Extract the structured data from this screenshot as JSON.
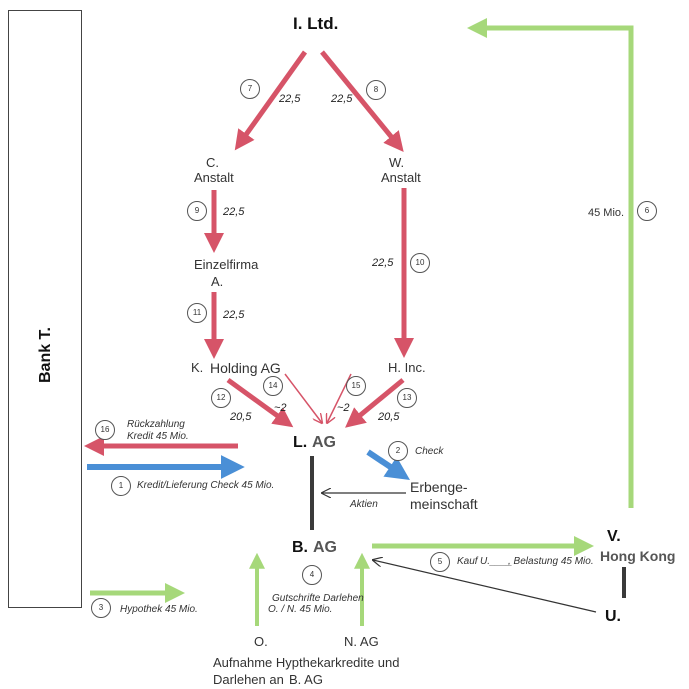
{
  "nodes": {
    "ltd": "I. Ltd.",
    "c_anstalt_1": "C.",
    "c_anstalt_2": "Anstalt",
    "w_anstalt_1": "W.",
    "w_anstalt_2": "Anstalt",
    "einzelfirma_1": "Einzelfirma",
    "einzelfirma_2": "A.",
    "k": "K.",
    "holding": "Holding AG",
    "h_inc": "H. Inc.",
    "l_prefix": "L.",
    "l_ag": "AG",
    "erben_1": "Erbenge-",
    "erben_2": "meinschaft",
    "b_prefix": "B.",
    "b_ag": "AG",
    "v": "V.",
    "hongkong": "Hong Kong",
    "u": "U.",
    "o": "O.",
    "n_ag": "N.  AG",
    "bank": "Bank T.",
    "bottom_1": "Aufnahme Hypthekarkredite und",
    "bottom_2a": "Darlehen an",
    "bottom_2b": "B.  AG"
  },
  "amounts": {
    "a7": "22,5",
    "a8": "22,5",
    "a9": "22,5",
    "a10": "22,5",
    "a11": "22,5",
    "a12": "20,5",
    "a13": "20,5",
    "a14": "~2",
    "a15": "~2",
    "a6": "45 Mio."
  },
  "notes": {
    "n16_1": "Rückzahlung",
    "n16_2": "Kredit 45 Mio.",
    "n1": "Kredit/Lieferung Check 45 Mio.",
    "n2": "Check",
    "aktien": "Aktien",
    "n3": "Hypothek 45 Mio.",
    "n4_1": "Gutschrifte Darlehen",
    "n4_2": "O. / N.  45 Mio.",
    "n5a": "Kauf",
    "n5b": "U.____",
    "n5c": ", Belastung 45 Mio."
  },
  "steps": [
    "1",
    "2",
    "3",
    "4",
    "5",
    "6",
    "7",
    "8",
    "9",
    "10",
    "11",
    "12",
    "13",
    "14",
    "15",
    "16"
  ],
  "colors": {
    "red": "#d65468",
    "green": "#a6d87a",
    "blue": "#4a8fd6",
    "dark": "#333333"
  }
}
